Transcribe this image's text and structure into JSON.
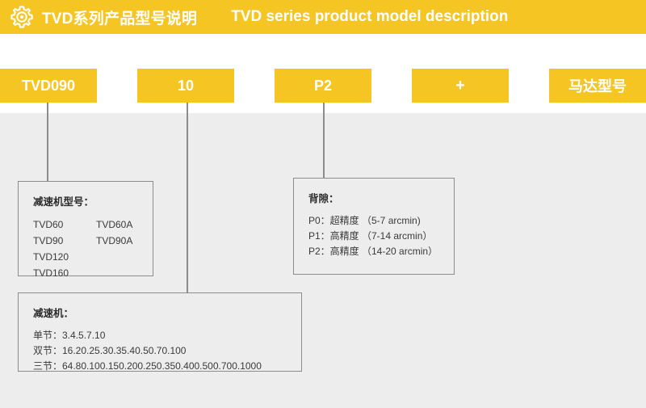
{
  "header": {
    "icon": "gear-icon",
    "title_cn": "TVD系列产品型号说明",
    "title_en": "TVD series product model description",
    "background_color": "#F5C524",
    "text_color": "#FFFFFF"
  },
  "model_code_boxes": [
    {
      "label": "TVD090"
    },
    {
      "label": "10"
    },
    {
      "label": "P2"
    },
    {
      "label": "+"
    },
    {
      "label": "马达型号"
    }
  ],
  "detail_boxes": {
    "models": {
      "title": "减速机型号：",
      "rows": [
        {
          "col1": "TVD60",
          "col2": "TVD60A"
        },
        {
          "col1": "TVD90",
          "col2": "TVD90A"
        },
        {
          "col1": "TVD120",
          "col2": ""
        },
        {
          "col1": "TVD160",
          "col2": ""
        }
      ]
    },
    "backlash": {
      "title": "背隙：",
      "lines": [
        "P0：超精度 （5-7 arcmin)",
        "P1：高精度 （7-14 arcmin）",
        "P2：高精度 （14-20 arcmin）"
      ]
    },
    "ratio": {
      "title": "减速机：",
      "lines": [
        "单节：3.4.5.7.10",
        "双节：16.20.25.30.35.40.50.70.100",
        "三节：64.80.100.150.200.250.350.400.500.700.1000"
      ]
    }
  },
  "colors": {
    "accent_yellow": "#F5C524",
    "panel_gray": "#EDEDED",
    "line_gray": "#8C8C8C",
    "text_dark": "#3A3A3A"
  }
}
